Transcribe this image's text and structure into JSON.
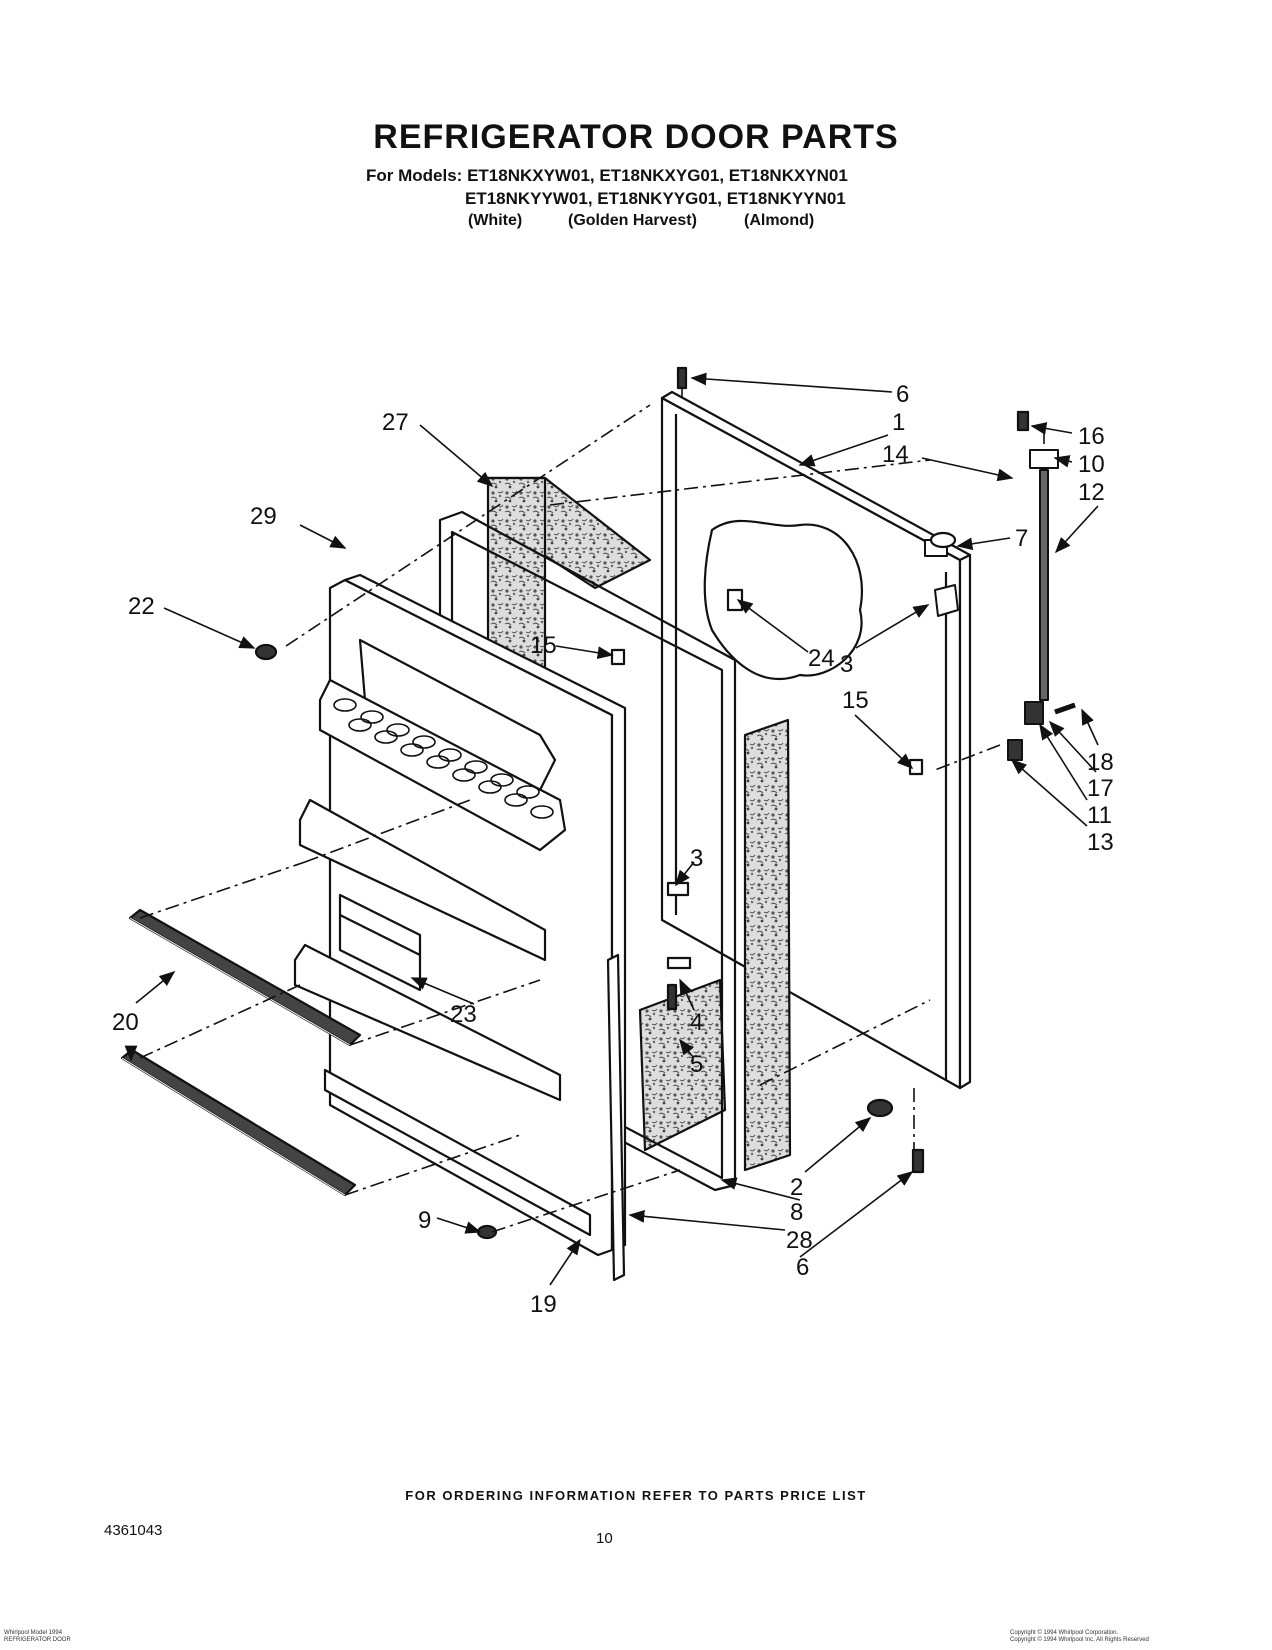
{
  "header": {
    "title": "REFRIGERATOR DOOR PARTS",
    "models_label": "For Models:",
    "models_row_1": "ET18NKXYW01, ET18NKXYG01, ET18NKXYN01",
    "models_row_2": "ET18NKYYW01, ET18NKYYG01, ET18NKYYN01",
    "colors": [
      "(White)",
      "(Golden Harvest)",
      "(Almond)"
    ]
  },
  "callouts": [
    "1",
    "2",
    "3",
    "3",
    "4",
    "5",
    "6",
    "6",
    "7",
    "8",
    "9",
    "10",
    "11",
    "12",
    "13",
    "14",
    "15",
    "15",
    "16",
    "17",
    "18",
    "19",
    "20",
    "22",
    "23",
    "24",
    "27",
    "28",
    "29"
  ],
  "footer": {
    "ordering_note": "FOR ORDERING INFORMATION REFER TO PARTS PRICE LIST",
    "document_number": "4361043",
    "page_number": "10",
    "fine_left_1": "Whirlpool Model 1994",
    "fine_left_2": "REFRIGERATOR DOOR",
    "fine_right_1": "Copyright © 1994 Whirlpool Corporation.",
    "fine_right_2": "Copyright © 1994 Whirlpool Inc. All Rights Reserved"
  },
  "colors": {
    "ink": "#111111",
    "paper": "#ffffff"
  }
}
